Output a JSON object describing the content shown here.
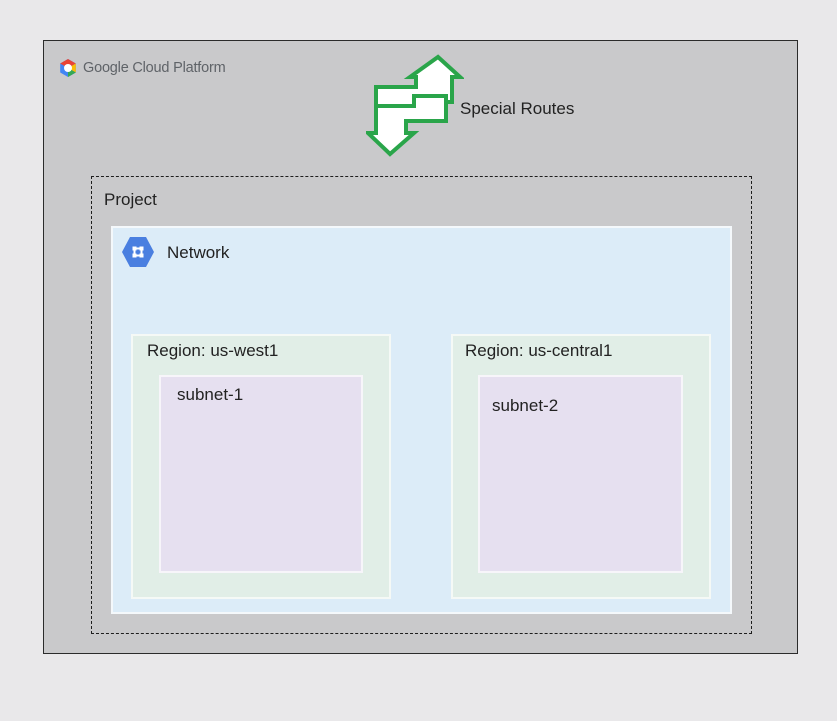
{
  "platform": {
    "name": "Google Cloud Platform",
    "logo_icon": "google-cloud-hexagon-icon"
  },
  "special_routes": {
    "label": "Special Routes",
    "icon": "bidirectional-route-arrows-icon",
    "color": "#2aa54a"
  },
  "project": {
    "label": "Project"
  },
  "network": {
    "label": "Network",
    "icon": "vpc-network-hexagon-icon",
    "icon_color": "#4a7fe0"
  },
  "regions": [
    {
      "label": "Region: us-west1",
      "subnet": {
        "label": "subnet-1"
      }
    },
    {
      "label": "Region: us-central1",
      "subnet": {
        "label": "subnet-2"
      }
    }
  ],
  "colors": {
    "frame_background": "#c9c9cb",
    "network_background": "#dcecf8",
    "region_background": "#e1eee7",
    "subnet_background": "#e6e0f0"
  }
}
